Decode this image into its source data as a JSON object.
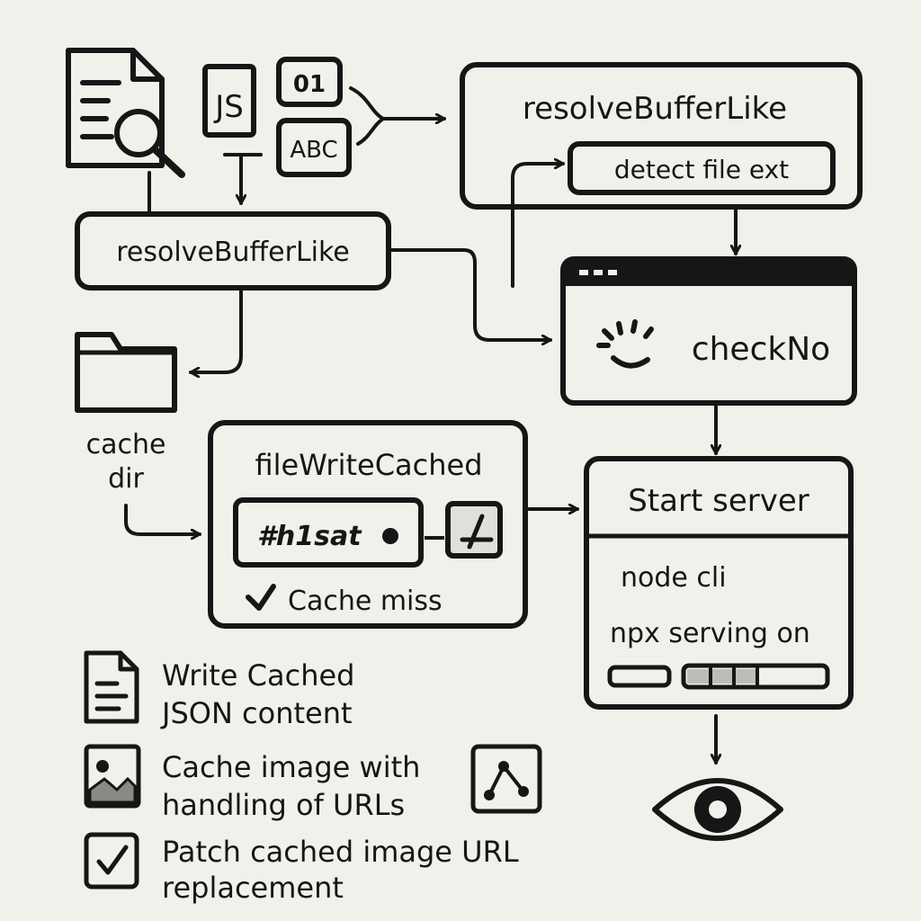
{
  "source_icons": {
    "js": "JS",
    "binary": "01",
    "text": "ABC"
  },
  "top_right_box": {
    "title": "resolveBufferLike",
    "inner": "detect file ext"
  },
  "left_box": {
    "title": "resolveBufferLike"
  },
  "cache_dir": {
    "line1": "cache",
    "line2": "dir"
  },
  "check_window": {
    "label": "checkNo"
  },
  "file_write": {
    "title": "fileWriteCached",
    "hash": "#h1sat",
    "status": "Cache miss"
  },
  "server": {
    "title": "Start server",
    "line1": "node cli",
    "line2": "npx serving on"
  },
  "legend": [
    {
      "icon": "document-icon",
      "line1": "Write Cached",
      "line2": "JSON content"
    },
    {
      "icon": "image-icon",
      "line1": "Cache image with",
      "line2": "handling of URLs"
    },
    {
      "icon": "checkbox-icon",
      "line1": "Patch cached image URL",
      "line2": "replacement"
    }
  ]
}
